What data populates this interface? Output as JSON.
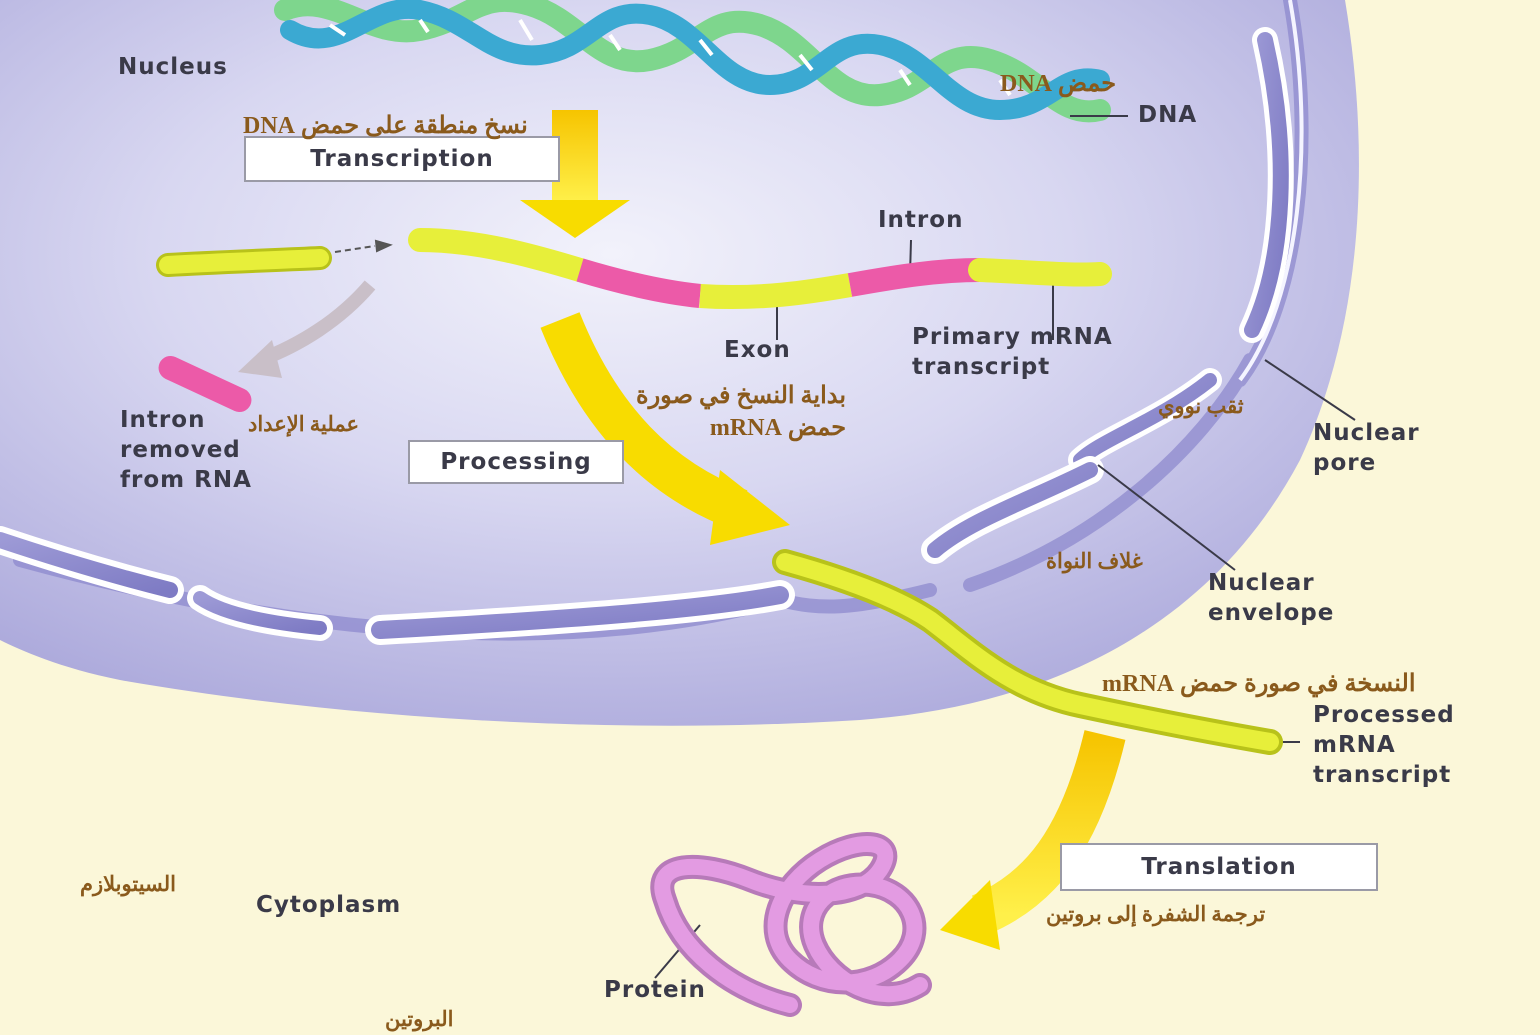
{
  "labels": {
    "nucleus": "Nucleus",
    "dna": "DNA",
    "intron": "Intron",
    "exon": "Exon",
    "primary_transcript": "Primary mRNA\ntranscript",
    "intron_removed": "Intron\nremoved\nfrom RNA",
    "nuclear_pore": "Nuclear\npore",
    "nuclear_envelope": "Nuclear\nenvelope",
    "processed_transcript": "Processed\nmRNA\ntranscript",
    "cytoplasm": "Cytoplasm",
    "protein": "Protein"
  },
  "boxes": {
    "transcription": "Transcription",
    "processing": "Processing",
    "translation": "Translation"
  },
  "arabic": {
    "dna": "حمض DNA",
    "transcription": "نسخ منطقة على حمض DNA",
    "processing": "عملية الإعداد",
    "start_copy": "بداية النسخ في صورة\nحمض mRNA",
    "nuclear_pore": "ثقب نووي",
    "nuclear_envelope": "غلاف النواة",
    "mrna_copy": "النسخة في صورة حمض mRNA",
    "translation": "ترجمة الشفرة إلى بروتين",
    "cytoplasm": "السيتوبلازم",
    "protein": "البروتين"
  },
  "colors": {
    "background": "#fbf7d9",
    "nucleus_fill": "#c3c2ea",
    "envelope": "#a8a6d8",
    "arrow": "#f8dc00",
    "rna_exon": "#e7ef3a",
    "rna_intron": "#ec5aa8",
    "dna_green": "#7ed68d",
    "dna_blue": "#3ba9d2",
    "protein": "#e39be2",
    "arabic_text": "#8a5a1c"
  }
}
